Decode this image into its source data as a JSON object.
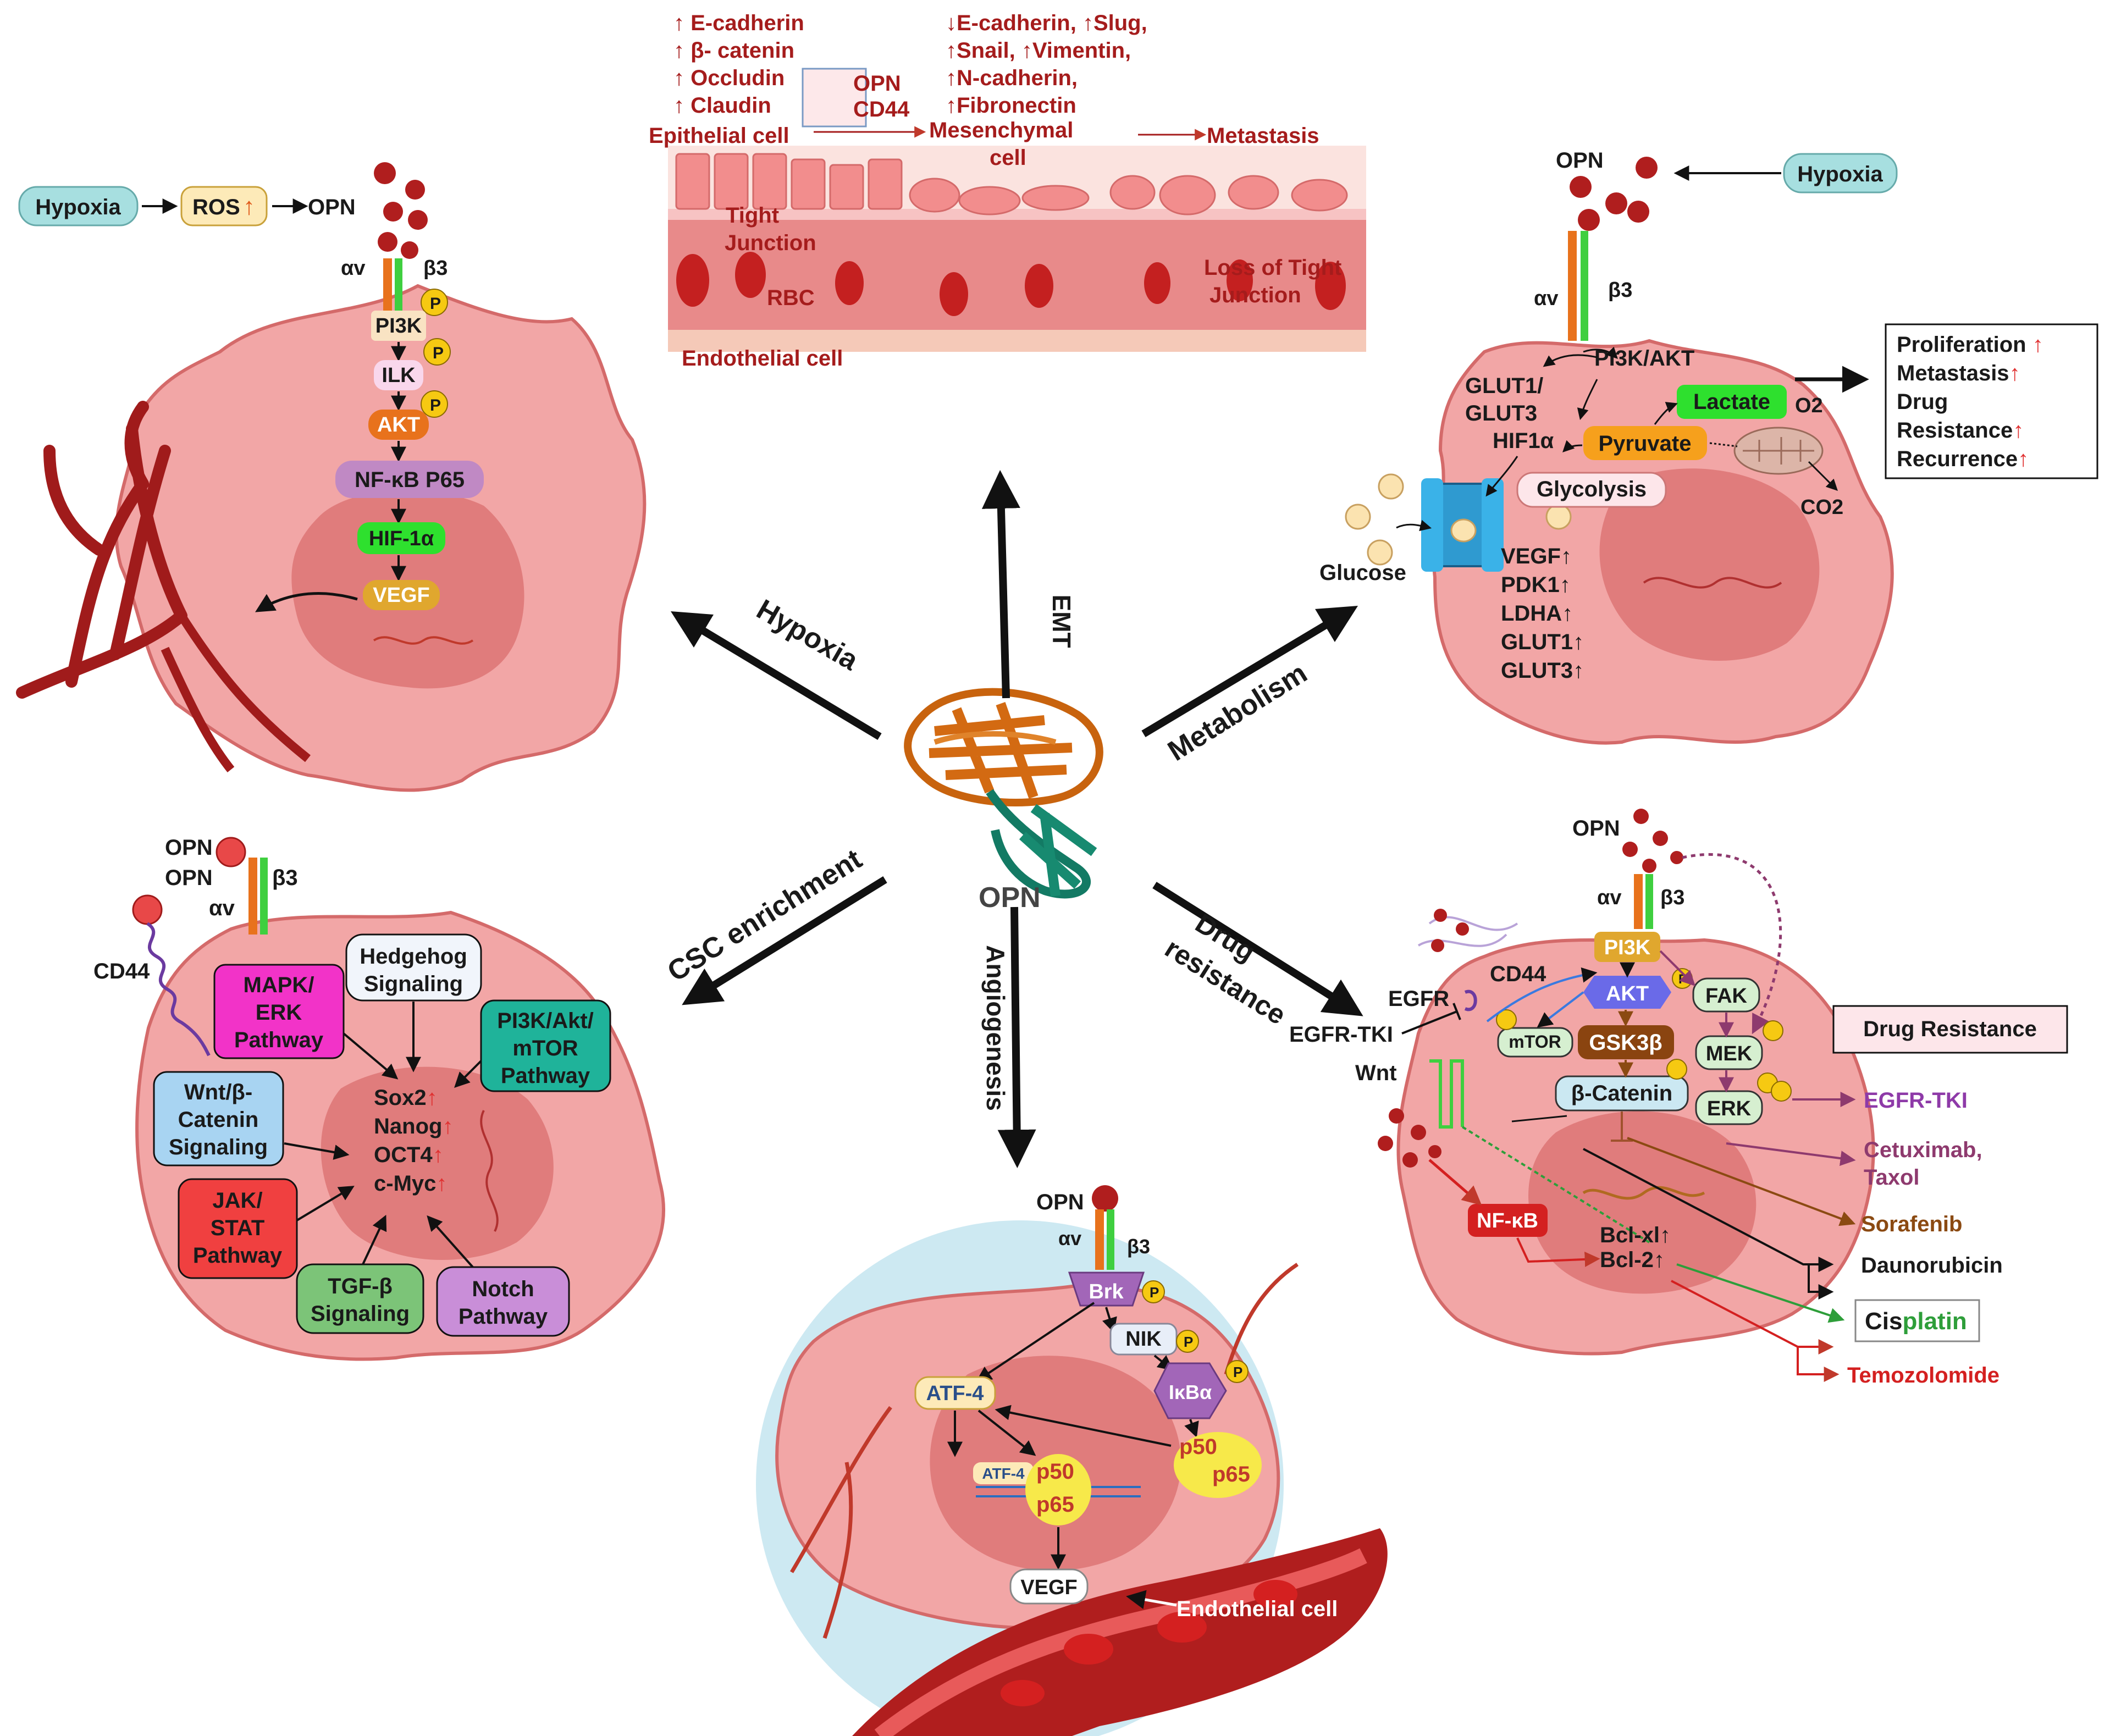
{
  "center": {
    "protein_label": "OPN"
  },
  "arrows": {
    "emt": "EMT",
    "hypoxia": "Hypoxia",
    "metabolism": "Metabolism",
    "csc": "CSC enrichment",
    "angiogenesis": "Angiogenesis",
    "drug_1": "Drug",
    "drug_2": "resistance"
  },
  "emt_panel": {
    "up_markers": [
      "↑ E-cadherin",
      "↑ β- catenin",
      "↑ Occludin",
      "↑ Claudin"
    ],
    "right_markers": [
      "↓E-cadherin, ↑Slug,",
      "↑Snail, ↑Vimentin,",
      "↑N-cadherin,",
      "↑Fibronectin"
    ],
    "opn": "OPN",
    "cd44": "CD44",
    "epithelial": "Epithelial cell",
    "mesenchymal_1": "Mesenchymal",
    "mesenchymal_2": "cell",
    "metastasis": "Metastasis",
    "tight_1": "Tight",
    "tight_2": "Junction",
    "rbc": "RBC",
    "loss_1": "Loss of Tight",
    "loss_2": "Junction",
    "endothelial": "Endothelial cell"
  },
  "hypoxia_panel": {
    "hypoxia": "Hypoxia",
    "ros": "ROS",
    "ros_up": "↑",
    "opn": "OPN",
    "av": "αv",
    "b3": "β3",
    "p": "P",
    "pi3k": "PI3K",
    "ilk": "ILK",
    "akt": "AKT",
    "nfkb": "NF-κB P65",
    "hif": "HIF-1α",
    "vegf": "VEGF"
  },
  "metabolism_panel": {
    "opn": "OPN",
    "hypoxia": "Hypoxia",
    "av": "αv",
    "b3": "β3",
    "pi3k_akt": "PI3K/AKT",
    "glut1": "GLUT1/",
    "glut3": "GLUT3",
    "hif1a": "HIF1α",
    "lactate": "Lactate",
    "o2": "O2",
    "pyruvate": "Pyruvate",
    "glycolysis": "Glycolysis",
    "co2": "CO2",
    "glucose": "Glucose",
    "genes": [
      "VEGF↑",
      "PDK1↑",
      "LDHA↑",
      "GLUT1↑",
      "GLUT3↑"
    ],
    "outcomes": [
      {
        "t": "Proliferation",
        "u": " ↑"
      },
      {
        "t": "Metastasis",
        "u": "↑"
      },
      {
        "t": "Drug",
        "u": ""
      },
      {
        "t": "Resistance",
        "u": "↑"
      },
      {
        "t": "Recurrence",
        "u": "↑"
      }
    ]
  },
  "csc_panel": {
    "opn1": "OPN",
    "opn2": "OPN",
    "av": "αv",
    "b3": "β3",
    "cd44": "CD44",
    "mapk": [
      "MAPK/",
      "ERK",
      "Pathway"
    ],
    "hedgehog": [
      "Hedgehog",
      "Signaling"
    ],
    "pi3k": [
      "PI3K/Akt/",
      "mTOR",
      "Pathway"
    ],
    "wnt": [
      "Wnt/β-",
      "Catenin",
      "Signaling"
    ],
    "jak": [
      "JAK/",
      "STAT",
      "Pathway"
    ],
    "tgf": [
      "TGF-β",
      "Signaling"
    ],
    "notch": [
      "Notch",
      "Pathway"
    ],
    "genes": [
      "Sox2",
      "Nanog",
      "OCT4",
      "c-Myc"
    ],
    "up": "↑"
  },
  "angio_panel": {
    "opn": "OPN",
    "av": "αv",
    "b3": "β3",
    "brk": "Brk",
    "nik": "NIK",
    "ikba": "IκBα",
    "atf4": "ATF-4",
    "atf4_small": "ATF-4",
    "p50": "p50",
    "p65": "p65",
    "vegf": "VEGF",
    "p": "P",
    "endothelial": "Endothelial cell"
  },
  "drug_panel": {
    "opn": "OPN",
    "av": "αv",
    "b3": "β3",
    "cd44": "CD44",
    "egfr": "EGFR",
    "egfr_tki": "EGFR-TKI",
    "wnt": "Wnt",
    "pi3k": "PI3K",
    "akt": "AKT",
    "fak": "FAK",
    "mtor": "mTOR",
    "gsk": "GSK3β",
    "mek": "MEK",
    "bcat": "β-Catenin",
    "erk": "ERK",
    "nfkb": "NF-κB",
    "bcl1": "Bcl-xl↑",
    "bcl2": "Bcl-2↑",
    "p": "P",
    "legend": "Drug Resistance",
    "drugs": {
      "egfr_tki": "EGFR-TKI",
      "cetux_1": "Cetuximab,",
      "cetux_2": "Taxol",
      "sorafenib": "Sorafenib",
      "dauno": "Daunorubicin",
      "cis_a": "Cis",
      "cis_b": "platin",
      "temo": "Temozolomide"
    }
  },
  "colors": {
    "cell": "#f2a6a6",
    "cell_edge": "#d46a6a",
    "nucleus": "#e07c7c",
    "dark_red": "#a51c1c",
    "opn_ball": "#b01e1e"
  }
}
